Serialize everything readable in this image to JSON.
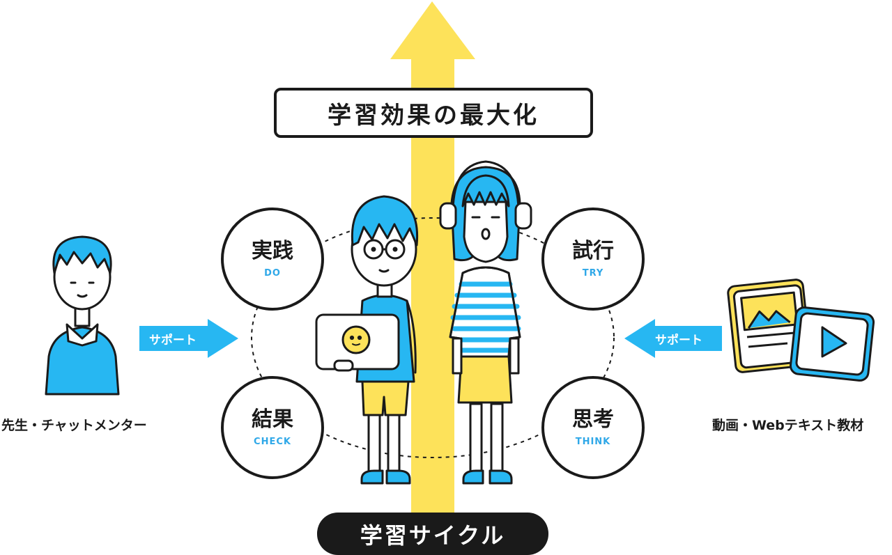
{
  "title": "学習効果の最大化",
  "cycle_label": "学習サイクル",
  "stages": [
    {
      "jp": "実践",
      "en": "DO"
    },
    {
      "jp": "試行",
      "en": "TRY"
    },
    {
      "jp": "結果",
      "en": "CHECK"
    },
    {
      "jp": "思考",
      "en": "THINK"
    }
  ],
  "left": {
    "label": "先生・チャットメンター",
    "support": "サポート"
  },
  "right": {
    "label": "動画・Webテキスト教材",
    "support": "サポート"
  },
  "colors": {
    "accent_yellow": "#fde25a",
    "accent_blue": "#27b7f2",
    "ink": "#1a1a1a"
  }
}
